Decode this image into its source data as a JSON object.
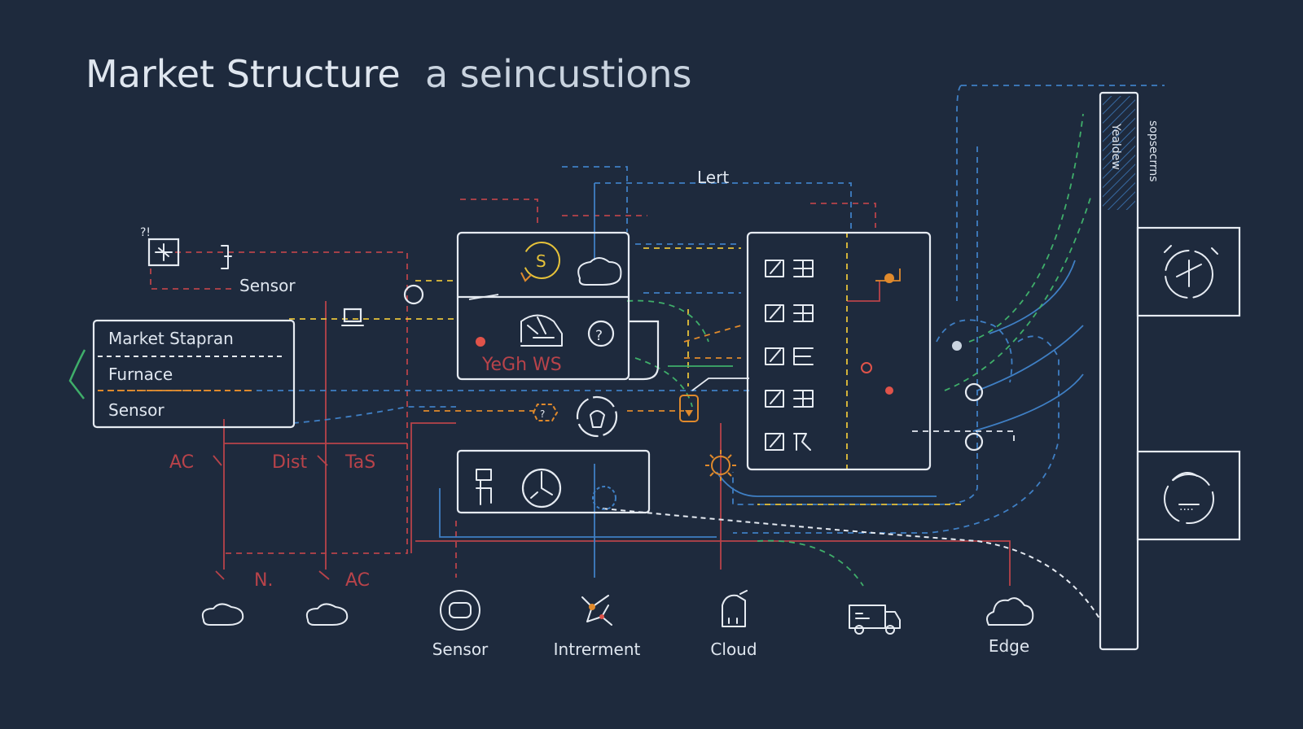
{
  "title": {
    "main": "Market Structure",
    "sub": "a seincustions"
  },
  "labels": {
    "lert": "Lert",
    "sensor_top": "Sensor",
    "question_mark": "?!",
    "yeoh_ws": "YeGh WS",
    "vertical_1": "Yealdew",
    "vertical_2": "sopsecrrns"
  },
  "legend": {
    "rows": [
      "Market Stapran",
      "Furnace",
      "Sensor"
    ]
  },
  "red_labels": {
    "ac_top": "AC",
    "dist": "Dist",
    "tas": "TaS",
    "n": "N.",
    "ac_bottom": "AC"
  },
  "bottom_items": [
    {
      "label": "Sensor",
      "icon": "chip-icon"
    },
    {
      "label": "Intrerment",
      "icon": "network-node-icon"
    },
    {
      "label": "Cloud",
      "icon": "device-icon"
    },
    {
      "label": "",
      "icon": "truck-icon"
    },
    {
      "label": "Edge",
      "icon": "cloud-icon"
    }
  ],
  "colors": {
    "background": "#1e2a3d",
    "white_line": "#e6ebf2",
    "blue_line": "#3f7fc4",
    "red_line": "#b8434a",
    "orange_line": "#e08a2c",
    "yellow_line": "#e6c23a",
    "green_line": "#3fae6a"
  }
}
